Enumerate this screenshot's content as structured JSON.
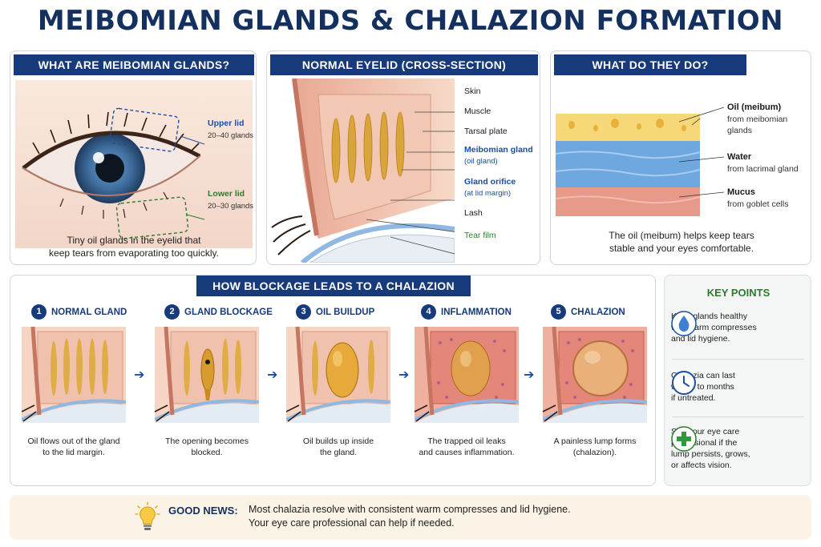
{
  "title": "MEIBOMIAN GLANDS & CHALAZION FORMATION",
  "colors": {
    "navy": "#163a7a",
    "accent_blue": "#1c4ea3",
    "green": "#2d7a2d",
    "news_bg": "#fbf3e6"
  },
  "what_are": {
    "heading": "WHAT ARE MEIBOMIAN GLANDS?",
    "upper_lid": "Upper lid",
    "upper_count": "20–40 glands",
    "lower_lid": "Lower lid",
    "lower_count": "20–30 glands",
    "caption_line1": "Tiny oil glands in the eyelid that",
    "caption_line2": "keep tears from evaporating too quickly."
  },
  "cross_section": {
    "heading": "NORMAL EYELID (CROSS-SECTION)",
    "labels": {
      "skin": "Skin",
      "muscle": "Muscle",
      "tarsal": "Tarsal plate",
      "gland": "Meibomian gland",
      "gland_sub": "(oil gland)",
      "orifice": "Gland orifice",
      "orifice_sub": "(at lid margin)",
      "lash": "Lash",
      "tear": "Tear film"
    }
  },
  "what_do": {
    "heading": "WHAT DO THEY DO?",
    "oil": "Oil (meibum)",
    "oil_sub1": "from meibomian",
    "oil_sub2": "glands",
    "water": "Water",
    "water_sub": "from lacrimal gland",
    "mucus": "Mucus",
    "mucus_sub": "from goblet cells",
    "caption_line1": "The oil (meibum) helps keep tears",
    "caption_line2": "stable and your eyes comfortable."
  },
  "blockage": {
    "heading": "HOW BLOCKAGE LEADS TO A CHALAZION",
    "steps": [
      {
        "num": "1",
        "title": "NORMAL GLAND",
        "cap1": "Oil flows out of the gland",
        "cap2": "to the lid margin."
      },
      {
        "num": "2",
        "title": "GLAND BLOCKAGE",
        "cap1": "The opening becomes",
        "cap2": "blocked."
      },
      {
        "num": "3",
        "title": "OIL BUILDUP",
        "cap1": "Oil builds up inside",
        "cap2": "the gland."
      },
      {
        "num": "4",
        "title": "INFLAMMATION",
        "cap1": "The trapped oil leaks",
        "cap2": "and causes inflammation."
      },
      {
        "num": "5",
        "title": "CHALAZION",
        "cap1": "A painless lump forms",
        "cap2": "(chalazion)."
      }
    ]
  },
  "key_points": {
    "heading": "KEY POINTS",
    "items": [
      {
        "icon": "water-drop-icon",
        "l1": "Keep glands healthy",
        "l2": "with warm compresses",
        "l3": "and lid hygiene."
      },
      {
        "icon": "clock-icon",
        "l1": "Chalazia can last",
        "l2": "weeks to months",
        "l3": "if untreated."
      },
      {
        "icon": "medical-cross-icon",
        "l1": "See your eye care",
        "l2": "professional if the",
        "l3": "lump persists, grows,",
        "l4": "or affects vision."
      }
    ]
  },
  "good_news": {
    "icon": "lightbulb-icon",
    "label": "GOOD NEWS:",
    "line1": "Most chalazia resolve with consistent warm compresses and lid hygiene.",
    "line2": "Your eye care professional can help if needed."
  }
}
